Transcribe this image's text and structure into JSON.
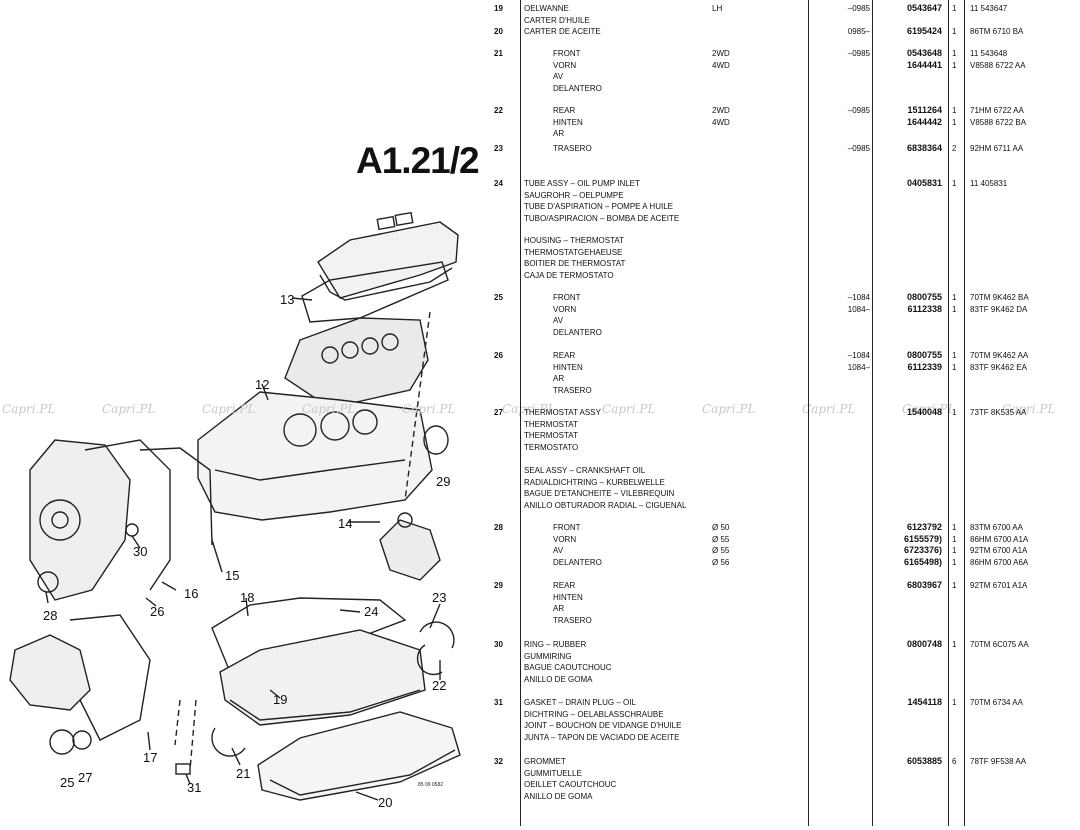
{
  "page": {
    "title": "A1.21/2",
    "watermark": "Capri.PL",
    "drawing_code": "85\n09\n0582"
  },
  "callouts": [
    "13",
    "12",
    "29",
    "14",
    "30",
    "16",
    "15",
    "28",
    "26",
    "18",
    "24",
    "23",
    "22",
    "19",
    "21",
    "17",
    "25",
    "27",
    "31",
    "20"
  ],
  "rows": [
    {
      "no": "19",
      "desc": [
        "OELWANNE",
        "CARTER D'HUILE"
      ],
      "var": "LH",
      "range": [
        "–0985"
      ],
      "part": [
        "0543647"
      ],
      "qty": [
        "1"
      ],
      "eng": [
        "11 543647"
      ]
    },
    {
      "no": "20",
      "desc": [
        "CARTER DE ACEITE"
      ],
      "range": [
        "0985–"
      ],
      "part": [
        "6195424"
      ],
      "qty": [
        "1"
      ],
      "eng": [
        "86TM 6710 BA"
      ]
    },
    {
      "no": "21",
      "indent": true,
      "desc": [
        "FRONT",
        "VORN",
        "AV",
        "DELANTERO"
      ],
      "var": "2WD\n4WD",
      "range": [
        "–0985",
        ""
      ],
      "part": [
        "0543648",
        "1644441"
      ],
      "qty": [
        "1",
        "1"
      ],
      "eng": [
        "11 543648",
        "V8588 6722 AA"
      ]
    },
    {
      "no": "22",
      "indent": true,
      "desc": [
        "REAR",
        "HINTEN",
        "AR"
      ],
      "var": "2WD\n4WD",
      "range": [
        "–0985",
        ""
      ],
      "part": [
        "1511264",
        "1644442"
      ],
      "qty": [
        "1",
        "1"
      ],
      "eng": [
        "71HM 6722 AA",
        "V8588 6722 BA"
      ]
    },
    {
      "no": "23",
      "indent": true,
      "desc": [
        "TRASERO"
      ],
      "range": [
        "–0985"
      ],
      "part": [
        "6838364"
      ],
      "qty": [
        "2"
      ],
      "eng": [
        "92HM 6711 AA"
      ]
    },
    {
      "no": "24",
      "desc": [
        "TUBE ASSY – OIL PUMP INLET",
        "SAUGROHR – OELPUMPE",
        "TUBE D'ASPIRATION – POMPE A HUILE",
        "TUBO/ASPIRACION – BOMBA DE ACEITE"
      ],
      "part": [
        "0405831"
      ],
      "qty": [
        "1"
      ],
      "eng": [
        "11 405831"
      ]
    },
    {
      "no": "",
      "desc": [
        "HOUSING – THERMOSTAT",
        "THERMOSTATGEHAEUSE",
        "BOITIER DE THERMOSTAT",
        "CAJA DE TERMOSTATO"
      ]
    },
    {
      "no": "25",
      "indent": true,
      "desc": [
        "FRONT",
        "VORN",
        "AV",
        "DELANTERO"
      ],
      "range": [
        "–1084",
        "1084–"
      ],
      "part": [
        "0800755",
        "6112338"
      ],
      "qty": [
        "1",
        "1"
      ],
      "eng": [
        "70TM 9K462 BA",
        "83TF 9K462 DA"
      ]
    },
    {
      "no": "26",
      "indent": true,
      "desc": [
        "REAR",
        "HINTEN",
        "AR",
        "TRASERO"
      ],
      "range": [
        "–1084",
        "1084–"
      ],
      "part": [
        "0800755",
        "6112339"
      ],
      "qty": [
        "1",
        "1"
      ],
      "eng": [
        "70TM 9K462 AA",
        "83TF 9K462 EA"
      ]
    },
    {
      "no": "27",
      "desc": [
        "THERMOSTAT ASSY",
        "THERMOSTAT",
        "THERMOSTAT",
        "TERMOSTATO"
      ],
      "part": [
        "1540048"
      ],
      "qty": [
        "1"
      ],
      "eng": [
        "73TF 8K535 AA"
      ]
    },
    {
      "no": "",
      "desc": [
        "SEAL ASSY – CRANKSHAFT OIL",
        "RADIALDICHTRING – KURBELWELLE",
        "BAGUE D'ETANCHEITE – VILEBREQUIN",
        "ANILLO OBTURADOR RADIAL – CIGUENAL"
      ]
    },
    {
      "no": "28",
      "indent": true,
      "desc": [
        "FRONT",
        "VORN",
        "AV",
        "DELANTERO"
      ],
      "var": "Ø 50\nØ 55\nØ 55\nØ 56",
      "part": [
        "6123792",
        "6155579)",
        "6723376)",
        "6165498)"
      ],
      "qty": [
        "1",
        "1",
        "1",
        "1"
      ],
      "eng": [
        "83TM 6700 AA",
        "86HM 6700 A1A",
        "92TM 6700 A1A",
        "86HM 6700 A6A"
      ]
    },
    {
      "no": "29",
      "indent": true,
      "desc": [
        "REAR",
        "HINTEN",
        "AR",
        "TRASERO"
      ],
      "part": [
        "6803967"
      ],
      "qty": [
        "1"
      ],
      "eng": [
        "92TM 6701 A1A"
      ]
    },
    {
      "no": "30",
      "desc": [
        "RING – RUBBER",
        "GUMMIRING",
        "BAGUE CAOUTCHOUC",
        "ANILLO DE GOMA"
      ],
      "part": [
        "0800748"
      ],
      "qty": [
        "1"
      ],
      "eng": [
        "70TM 6C075 AA"
      ]
    },
    {
      "no": "31",
      "desc": [
        "GASKET – DRAIN PLUG – OIL",
        "DICHTRING – OELABLASSCHRAUBE",
        "JOINT – BOUCHON DE VIDANGE D'HUILE",
        "JUNTA – TAPON DE VACIADO DE ACEITE"
      ],
      "part": [
        "1454118"
      ],
      "qty": [
        "1"
      ],
      "eng": [
        "70TM 6734 AA"
      ]
    },
    {
      "no": "32",
      "desc": [
        "GROMMET",
        "GUMMITUELLE",
        "OEILLET CAOUTCHOUC",
        "ANILLO DE GOMA"
      ],
      "part": [
        "6053885"
      ],
      "qty": [
        "6"
      ],
      "eng": [
        "78TF 9F538 AA"
      ]
    }
  ]
}
